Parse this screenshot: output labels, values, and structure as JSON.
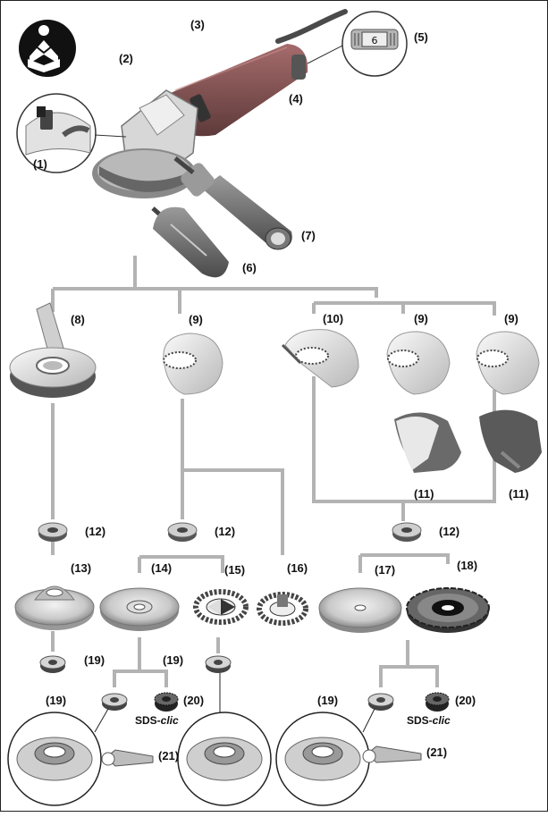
{
  "callouts": {
    "c1": "(1)",
    "c2": "(2)",
    "c3": "(3)",
    "c4": "(4)",
    "c5": "(5)",
    "c6": "(6)",
    "c7": "(7)",
    "c8": "(8)",
    "c9a": "(9)",
    "c9b": "(9)",
    "c9c": "(9)",
    "c10": "(10)",
    "c11a": "(11)",
    "c11b": "(11)",
    "c12a": "(12)",
    "c12b": "(12)",
    "c12c": "(12)",
    "c13": "(13)",
    "c14": "(14)",
    "c15": "(15)",
    "c16": "(16)",
    "c17": "(17)",
    "c18": "(18)",
    "c19a": "(19)",
    "c19b": "(19)",
    "c19c": "(19)",
    "c19d": "(19)",
    "c20a": "(20)",
    "c20b": "(20)",
    "c21a": "(21)",
    "c21b": "(21)"
  },
  "speed_dial_value": "6",
  "brand": {
    "prefix": "SDS-",
    "suffix": "clic"
  },
  "colors": {
    "line": "#b3b3b3",
    "part_dark": "#555555",
    "part_mid": "#8a8a8a",
    "part_light": "#d9d9d9",
    "accent_red": "#9a5a5a"
  },
  "icons": [
    "read-manual-icon"
  ]
}
